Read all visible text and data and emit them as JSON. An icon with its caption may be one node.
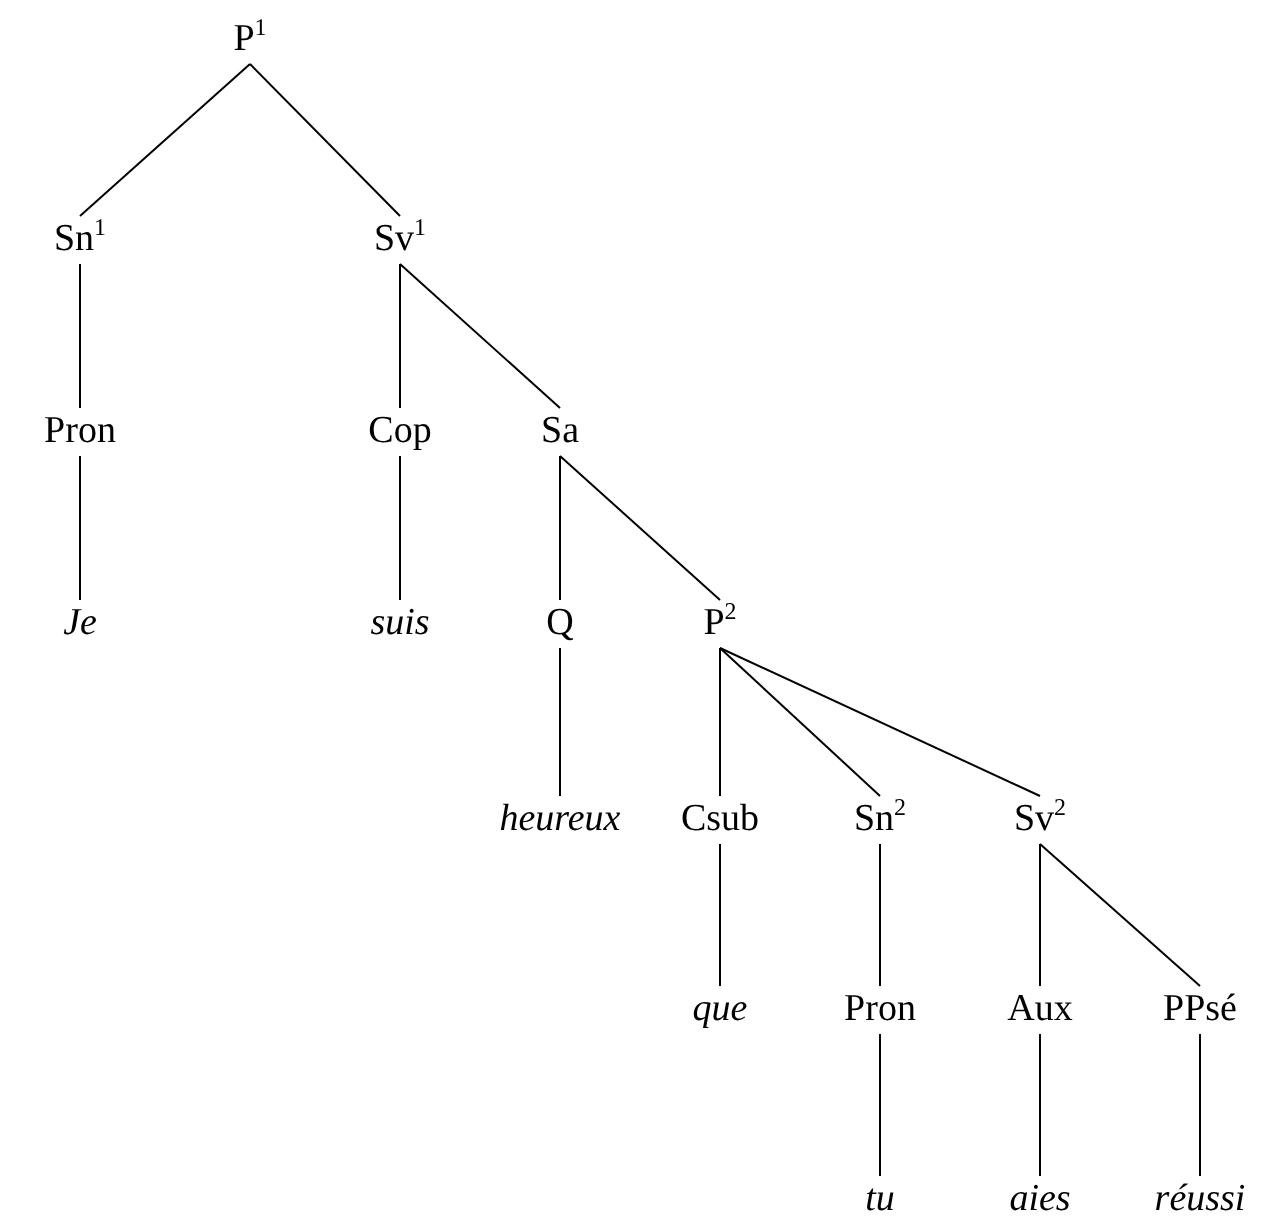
{
  "diagram": {
    "nodes": [
      {
        "text": [
          "P$^{1}$"
        ]
      },
      {
        "text": [
          "Sn$^{1}$"
        ]
      },
      {
        "text": [
          "Sv$^{1}$"
        ]
      },
      {
        "text": [
          "Pron"
        ]
      },
      {
        "text": [
          "Cop"
        ]
      },
      {
        "text": [
          "Sa"
        ]
      },
      {
        "text": [
          "Je"
        ]
      },
      {
        "text": [
          "suis"
        ]
      },
      {
        "text": [
          "Q"
        ]
      },
      {
        "text": [
          "P$^{2}$"
        ]
      },
      {
        "text": [
          "heureux"
        ]
      },
      {
        "text": [
          "Csub"
        ]
      },
      {
        "text": [
          "Sn$^{2}$"
        ]
      },
      {
        "text": [
          "Sv$^{2}$"
        ]
      },
      {
        "text": [
          "que"
        ]
      },
      {
        "text": [
          "Pron"
        ]
      },
      {
        "text": [
          "Aux"
        ]
      },
      {
        "text": [
          "PPsé"
        ]
      },
      {
        "text": [
          "tu"
        ]
      },
      {
        "text": [
          "aies"
        ]
      },
      {
        "text": [
          "réussi"
        ]
      }
    ],
    "edges": [
      {
        "from": 0,
        "to": 1,
        "arrow": "none"
      },
      {
        "from": 0,
        "to": 2,
        "arrow": "none"
      },
      {
        "from": 1,
        "to": 3,
        "arrow": "none"
      },
      {
        "from": 2,
        "to": 4,
        "arrow": "none"
      },
      {
        "from": 2,
        "to": 5,
        "arrow": "none"
      },
      {
        "from": 3,
        "to": 6,
        "arrow": "none"
      },
      {
        "from": 4,
        "to": 7,
        "arrow": "none"
      },
      {
        "from": 5,
        "to": 8,
        "arrow": "none"
      },
      {
        "from": 5,
        "to": 9,
        "arrow": "none"
      },
      {
        "from": 8,
        "to": 10,
        "arrow": "none"
      },
      {
        "from": 9,
        "to": 11,
        "arrow": "none"
      },
      {
        "from": 9,
        "to": 12,
        "arrow": "none"
      },
      {
        "from": 9,
        "to": 13,
        "arrow": "none"
      },
      {
        "from": 11,
        "to": 14,
        "arrow": "none"
      },
      {
        "from": 12,
        "to": 15,
        "arrow": "none"
      },
      {
        "from": 13,
        "to": 16,
        "arrow": "none"
      },
      {
        "from": 13,
        "to": 17,
        "arrow": "none"
      },
      {
        "from": 15,
        "to": 18,
        "arrow": "none"
      },
      {
        "from": 16,
        "to": 19,
        "arrow": "none"
      },
      {
        "from": 17,
        "to": 20,
        "arrow": "none"
      }
    ]
  }
}
